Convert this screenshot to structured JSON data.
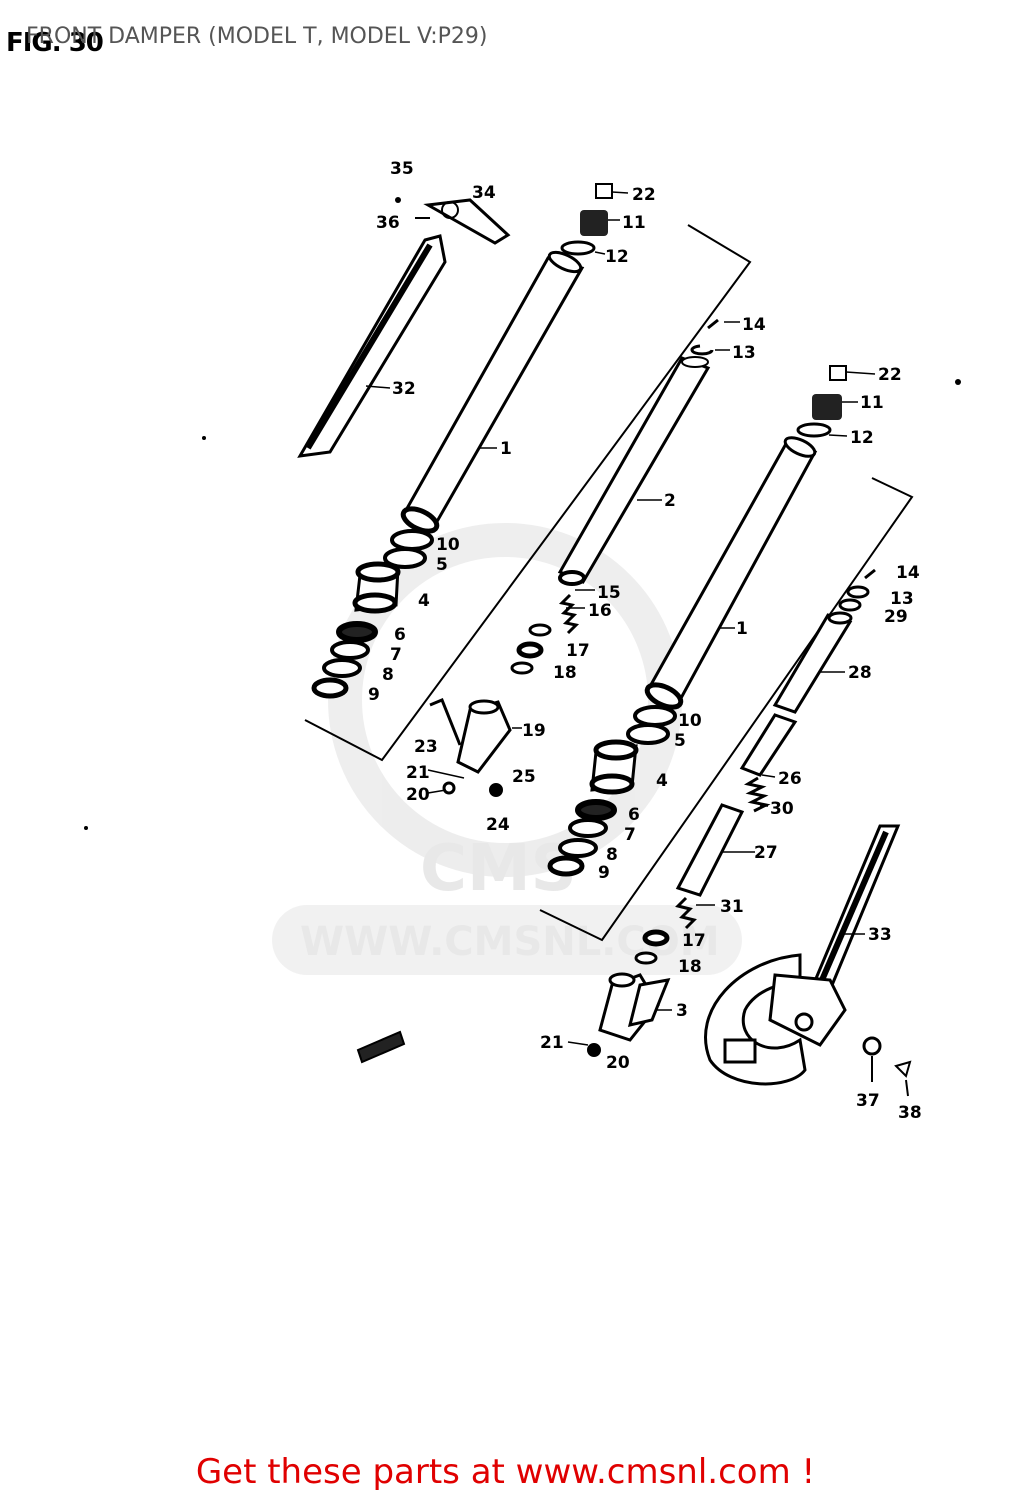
{
  "header": {
    "fig": "FIG. 30",
    "title": "FRONT DAMPER (MODEL T, MODEL V:P29)"
  },
  "watermark": {
    "text": "WWW.CMSNL.COM",
    "logo": "CMS"
  },
  "parts": {
    "p35": "35",
    "p34": "34",
    "p36": "36",
    "p22a": "22",
    "p11a": "11",
    "p12a": "12",
    "p14a": "14",
    "p13a": "13",
    "p32": "32",
    "p1a": "1",
    "p2": "2",
    "p10a": "10",
    "p5a": "5",
    "p4a": "4",
    "p6a": "6",
    "p7a": "7",
    "p8a": "8",
    "p9a": "9",
    "p15": "15",
    "p16": "16",
    "p17a": "17",
    "p18a": "18",
    "p19": "19",
    "p23": "23",
    "p21a": "21",
    "p25": "25",
    "p20a": "20",
    "p24": "24",
    "p22b": "22",
    "p11b": "11",
    "p12b": "12",
    "p1b": "1",
    "p14b": "14",
    "p13b": "13",
    "p29": "29",
    "p28": "28",
    "p10b": "10",
    "p5b": "5",
    "p4b": "4",
    "p26": "26",
    "p30": "30",
    "p6b": "6",
    "p7b": "7",
    "p27": "27",
    "p8b": "8",
    "p9b": "9",
    "p31": "31",
    "p17b": "17",
    "p33": "33",
    "p18b": "18",
    "p3": "3",
    "p21b": "21",
    "p20b": "20",
    "p37": "37",
    "p38": "38"
  },
  "footer": {
    "text": "Get these parts at www.cmsnl.com !"
  }
}
